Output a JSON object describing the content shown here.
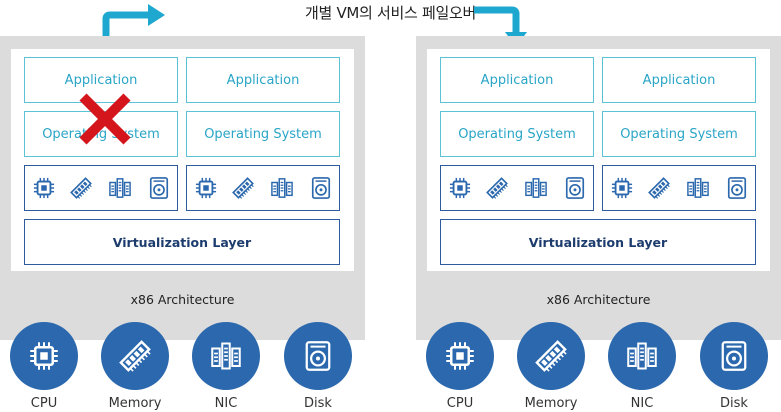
{
  "title": "개별 VM의 서비스 페일오버",
  "hosts": [
    {
      "vms": [
        {
          "app": "Application",
          "os": "Operating System"
        },
        {
          "app": "Application",
          "os": "Operating System"
        }
      ],
      "virtualization": "Virtualization Layer",
      "architecture": "x86 Architecture"
    },
    {
      "vms": [
        {
          "app": "Application",
          "os": "Operating System"
        },
        {
          "app": "Application",
          "os": "Operating System"
        }
      ],
      "virtualization": "Virtualization Layer",
      "architecture": "x86 Architecture"
    }
  ],
  "hardware": [
    "CPU",
    "Memory",
    "NIC",
    "Disk"
  ],
  "icons": [
    "cpu-icon",
    "memory-icon",
    "nic-icon",
    "disk-icon"
  ],
  "failed_marker": "x-mark-icon",
  "colors": {
    "accent_cyan": "#2aa5c7",
    "arrow_cyan": "#1fa8cf",
    "hardware_blue": "#2b68ad",
    "virt_border": "#2d5d9f",
    "failure_red": "#d4151c",
    "host_gray": "#dcdcdc"
  }
}
